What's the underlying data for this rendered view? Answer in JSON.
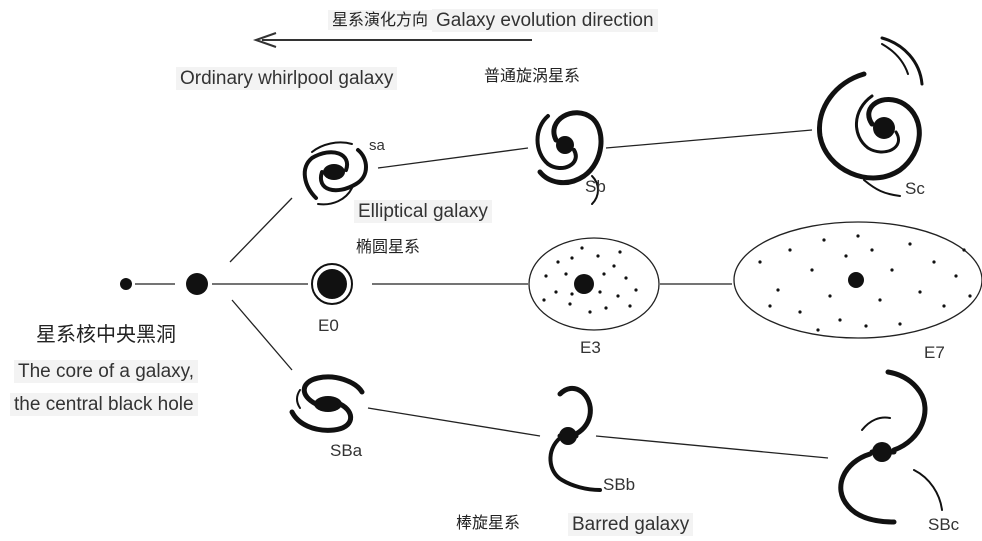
{
  "header": {
    "direction_cn": "星系演化方向",
    "direction_en": "Galaxy evolution direction"
  },
  "groups": {
    "ordinary_en": "Ordinary whirlpool galaxy",
    "ordinary_cn": "普通旋涡星系",
    "elliptical_en": "Elliptical galaxy",
    "elliptical_cn": "椭圆星系",
    "core_cn": "星系核中央黑洞",
    "core_en_line1": "The core of a galaxy,",
    "core_en_line2": "the central black hole",
    "barred_cn": "棒旋星系",
    "barred_en": "Barred galaxy"
  },
  "nodes": {
    "sa": "sa",
    "sb": "Sb",
    "sc": "Sc",
    "e0": "E0",
    "e3": "E3",
    "e7": "E7",
    "sba": "SBa",
    "sbb": "SBb",
    "sbc": "SBc"
  },
  "colors": {
    "ink": "#111111",
    "label_bg": "#f3f3f3"
  }
}
